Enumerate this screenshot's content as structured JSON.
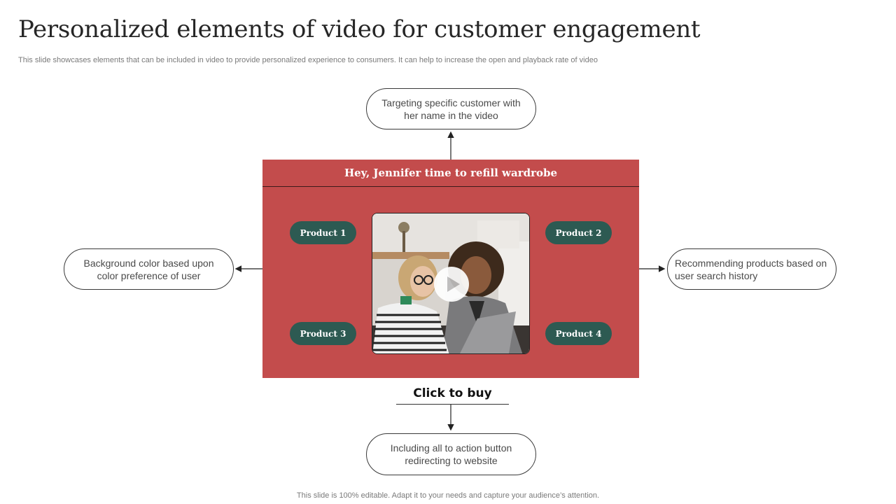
{
  "slide": {
    "title": "Personalized elements of video for customer engagement",
    "subtitle": "This slide showcases elements that can be included in video to provide personalized experience to consumers. It can help to increase the open and playback rate of video",
    "footer": "This slide is 100% editable. Adapt it to your needs and capture your audience’s attention."
  },
  "diagram": {
    "top_note": "Targeting specific customer with her name in the video",
    "left_note": "Background color based upon color preference of user",
    "right_note": "Recommending products based on user search history",
    "bottom_note": "Including all to action button redirecting to website",
    "panel_heading": "Hey, Jennifer time to refill wardrobe",
    "products": [
      "Product 1",
      "Product 2",
      "Product 3",
      "Product 4"
    ],
    "cta_label": "Click to buy",
    "video_icon": "play-icon"
  },
  "colors": {
    "panel": "#c34c4c",
    "product_pill": "#2d5a52",
    "text_dark": "#262626"
  }
}
